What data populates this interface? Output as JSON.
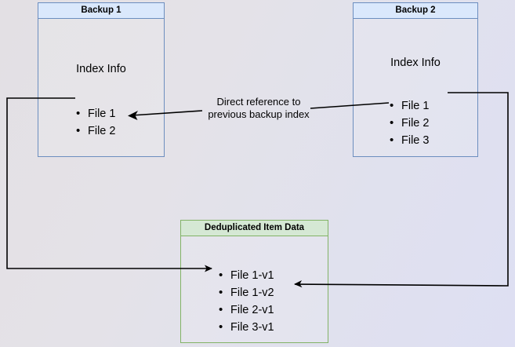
{
  "diagram": {
    "title_hidden": "",
    "background_colors": {
      "from": "#e3e0e4",
      "to": "#dedff3"
    },
    "colors": {
      "blue_border": "#6c8ebf",
      "blue_header_fill": "#dae8fc",
      "green_border": "#82b366",
      "green_header_fill": "#d5e8d4",
      "edge": "#000000"
    },
    "nodes": {
      "backup1": {
        "title": "Backup 1",
        "section_label": "Index Info",
        "files": [
          "File 1",
          "File 2"
        ]
      },
      "backup2": {
        "title": "Backup 2",
        "section_label": "Index Info",
        "files": [
          "File 1",
          "File 2",
          "File 3"
        ]
      },
      "dedup": {
        "title": "Deduplicated Item Data",
        "files": [
          "File 1-v1",
          "File 1-v2",
          "File 2-v1",
          "File 3-v1"
        ]
      }
    },
    "edge_labels": {
      "direct_reference": "Direct reference to\nprevious backup index"
    }
  }
}
